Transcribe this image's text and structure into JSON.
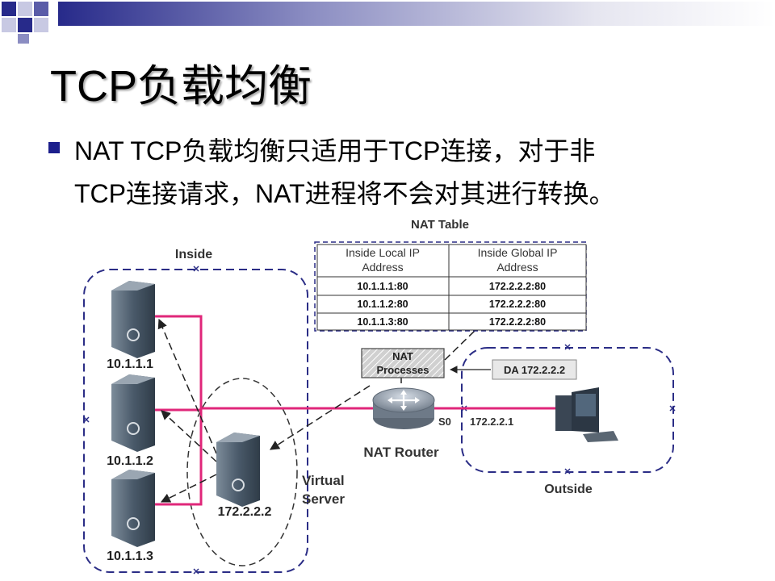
{
  "slide": {
    "title": "TCP负载均衡",
    "bullet_line1": "NAT TCP负载均衡只适用于TCP连接，对于非",
    "bullet_line2": "TCP连接请求，NAT进程将不会对其进行转换。"
  },
  "diagram": {
    "nat_table": {
      "title": "NAT Table",
      "header_col1_line1": "Inside Local IP",
      "header_col1_line2": "Address",
      "header_col2_line1": "Inside Global IP",
      "header_col2_line2": "Address",
      "rows": [
        [
          "10.1.1.1:80",
          "172.2.2.2:80"
        ],
        [
          "10.1.1.2:80",
          "172.2.2.2:80"
        ],
        [
          "10.1.1.3:80",
          "172.2.2.2:80"
        ]
      ]
    },
    "inside_label": "Inside",
    "outside_label": "Outside",
    "servers": [
      "10.1.1.1",
      "10.1.1.2",
      "10.1.1.3"
    ],
    "virtual_server_ip": "172.2.2.2",
    "virtual_server_label_line1": "Virtual",
    "virtual_server_label_line2": "Server",
    "nat_process_line1": "NAT",
    "nat_process_line2": "Processes",
    "da_label": "DA 172.2.2.2",
    "router_label": "NAT Router",
    "interface_label": "S0",
    "interface_ip": "172.2.2.1"
  },
  "colors": {
    "accent_navy": "#1c1f8c",
    "link_pink": "#e0277a",
    "zone_border": "#2b2d86",
    "server_body": "#3c4c5c"
  }
}
